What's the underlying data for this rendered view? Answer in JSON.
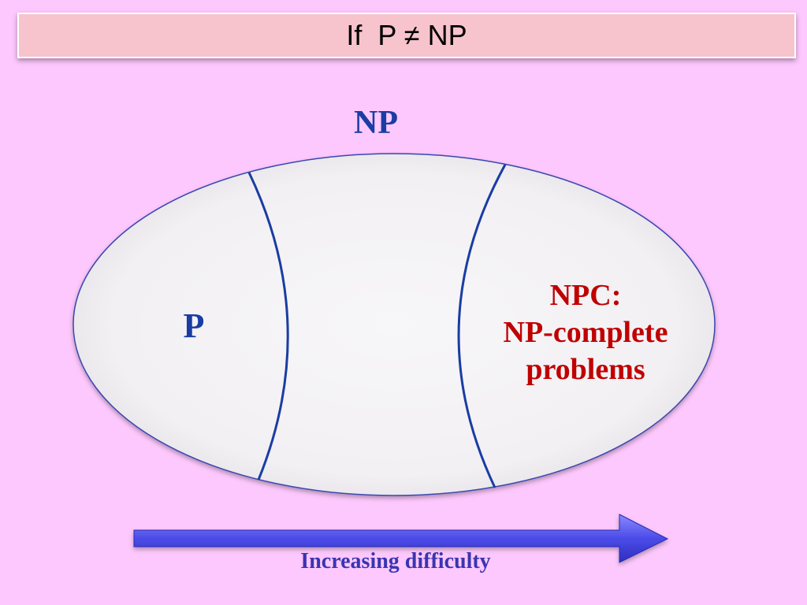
{
  "title": {
    "prefix": "If  P ",
    "symbol": "≠",
    "suffix": " NP"
  },
  "diagram": {
    "outer_label": "NP",
    "left_region_label": "P",
    "right_region_lines": [
      "NPC:",
      "NP-complete",
      "problems"
    ]
  },
  "arrow": {
    "label": "Increasing  difficulty"
  },
  "colors": {
    "background": "#FDC8FD",
    "title_fill": "#F7C3CC",
    "region_outline": "#1A3DA3",
    "npc_text": "#C00000",
    "arrow_fill": "#4B4BE8"
  }
}
